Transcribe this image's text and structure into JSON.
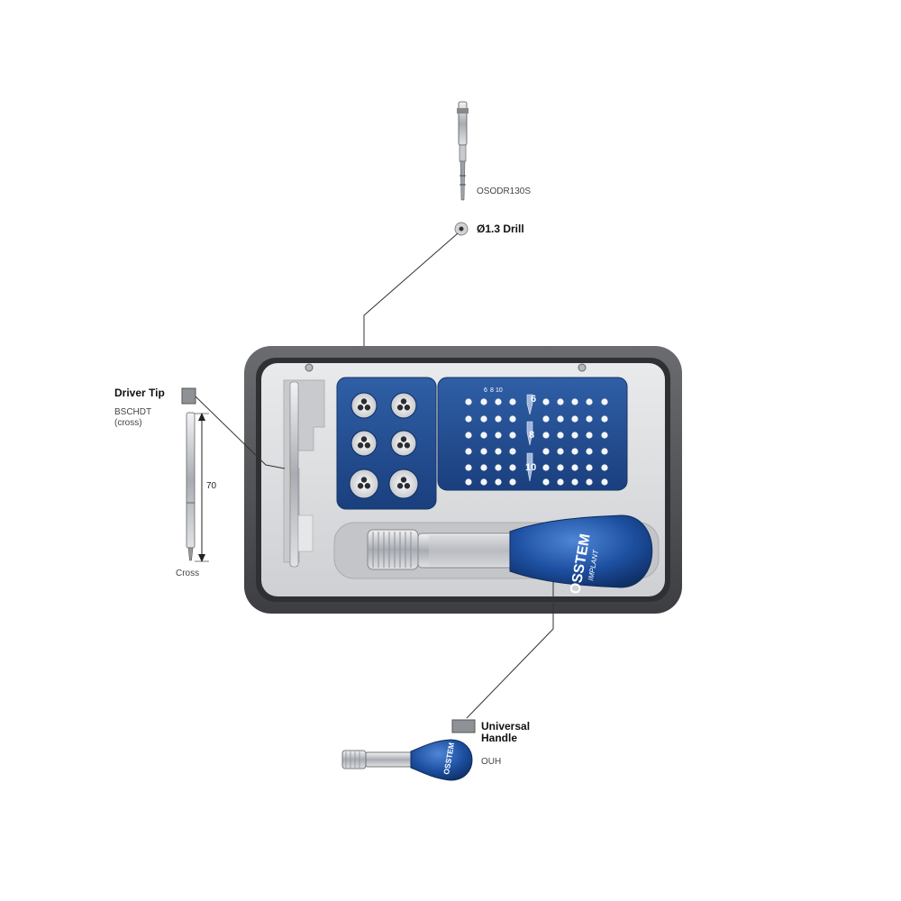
{
  "drill": {
    "code": "OSODR130S",
    "name": "Ø1.3 Drill"
  },
  "driver_tip": {
    "title": "Driver Tip",
    "code": "BSCHDT",
    "variant": "(cross)",
    "length": "70",
    "type": "Cross"
  },
  "universal_handle": {
    "title_line1": "Universal",
    "title_line2": "Handle",
    "code": "OUH"
  },
  "brand": {
    "name": "OSSTEM",
    "sub": "IMPLANT"
  },
  "tray": {
    "depth_labels": [
      "6",
      "8",
      "10"
    ],
    "gauge_labels": [
      "6",
      "8",
      "10"
    ]
  },
  "colors": {
    "tray_frame": "#4a4c50",
    "tray_inner": "#d9dadc",
    "blue_plate": "#1f4a8f",
    "handle_blue": "#1d4fa0",
    "metal": "#b8bcc2"
  }
}
